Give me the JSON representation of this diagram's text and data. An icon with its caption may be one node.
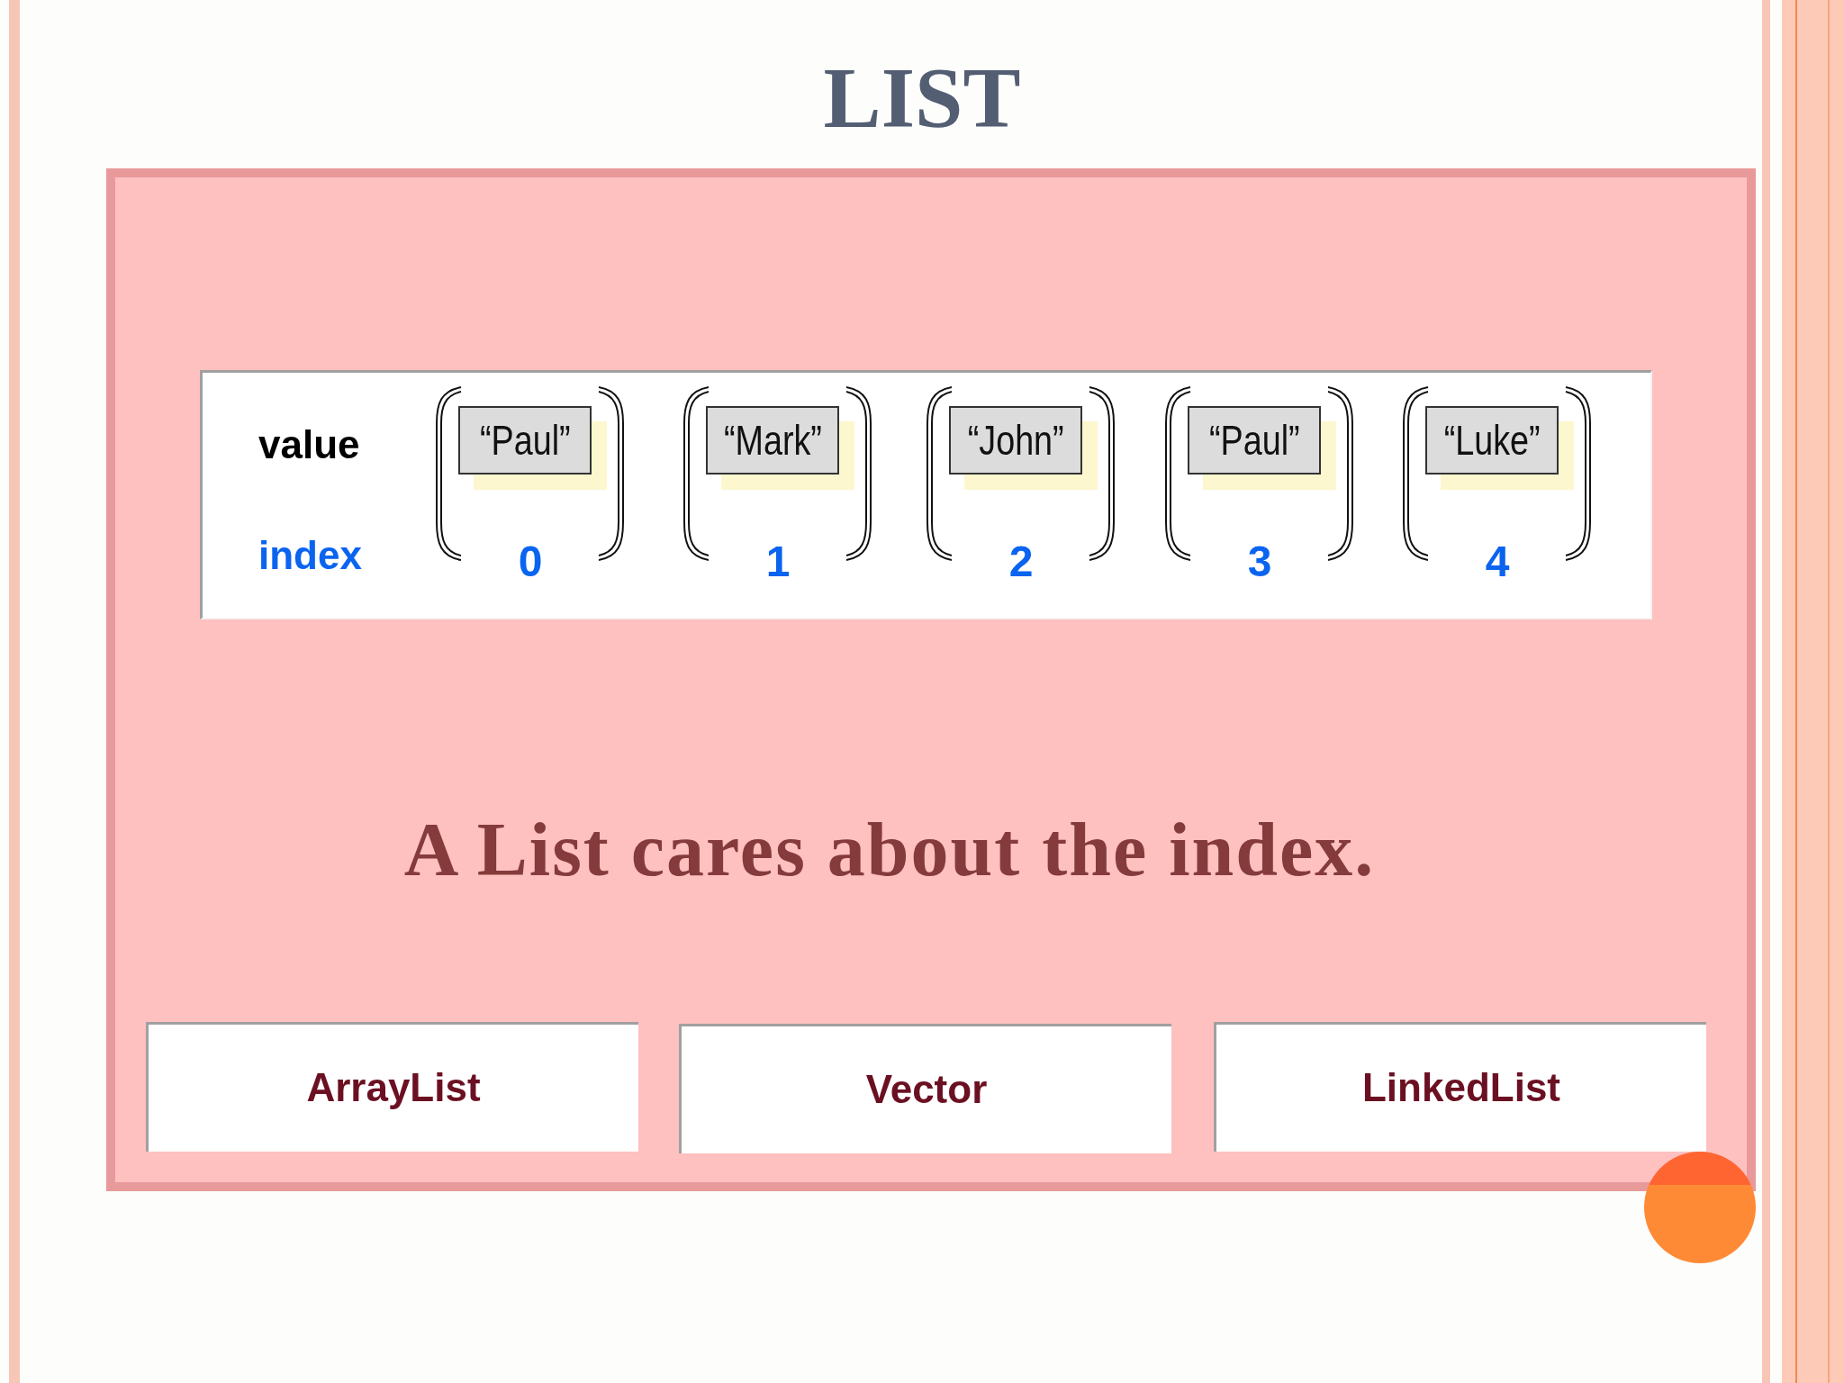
{
  "diagram": {
    "title": "LIST",
    "nodes": [
      {
        "text": [
          "A List cares about the index."
        ]
      },
      {
        "text": [
          "value",
          "index"
        ],
        "in": 0
      },
      {
        "text": [
          "“Paul”"
        ],
        "beside": [
          "0"
        ],
        "in": 1
      },
      {
        "text": [
          "“Mark”"
        ],
        "beside": [
          "1"
        ],
        "in": 1
      },
      {
        "text": [
          "“John”"
        ],
        "beside": [
          "2"
        ],
        "in": 1
      },
      {
        "text": [
          "“Paul”"
        ],
        "beside": [
          "3"
        ],
        "in": 1
      },
      {
        "text": [
          "“Luke”"
        ],
        "beside": [
          "4"
        ],
        "in": 1
      },
      {
        "text": [
          "ArrayList"
        ],
        "in": 0
      },
      {
        "text": [
          "Vector"
        ],
        "in": 0
      },
      {
        "text": [
          "LinkedList"
        ],
        "in": 0
      }
    ]
  }
}
